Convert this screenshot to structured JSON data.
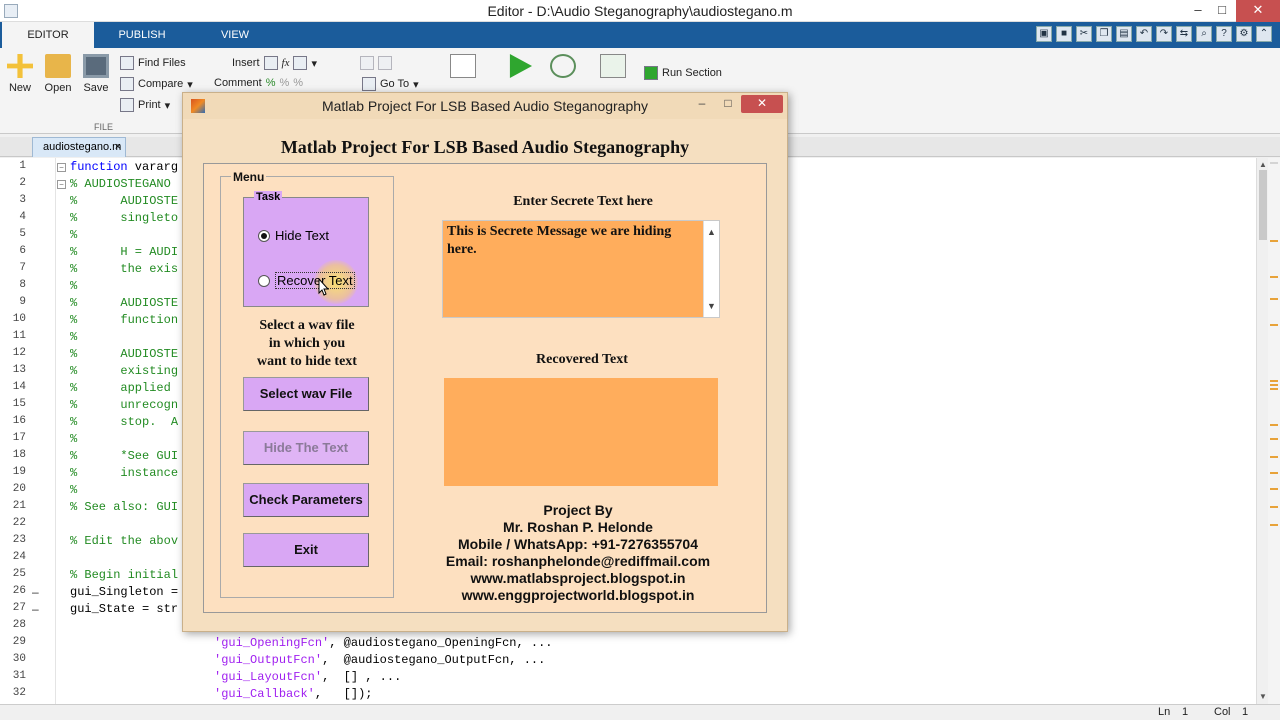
{
  "window": {
    "title": "Editor - D:\\Audio Steganography\\audiostegano.m",
    "minimize": "‒",
    "maximize": "□",
    "close": "✕"
  },
  "ribbon_tabs": [
    "EDITOR",
    "PUBLISH",
    "VIEW"
  ],
  "ribbon": {
    "new_label": "New",
    "open_label": "Open",
    "save_label": "Save",
    "find_files": "Find Files",
    "compare": "Compare",
    "print": "Print",
    "insert": "Insert",
    "fx": "fx",
    "comment": "Comment",
    "go_to": "Go To",
    "run_section": "Run Section",
    "file_section": "FILE"
  },
  "file_tab": {
    "name": "audiostegano.m",
    "close": "×"
  },
  "editor": {
    "lines": [
      {
        "n": "1",
        "text": "function vararg",
        "type": "kw"
      },
      {
        "n": "2",
        "text": "% AUDIOSTEGANO ",
        "type": "cmt"
      },
      {
        "n": "3",
        "text": "%      AUDIOSTE",
        "type": "cmt"
      },
      {
        "n": "4",
        "text": "%      singleto",
        "type": "cmt"
      },
      {
        "n": "5",
        "text": "%",
        "type": "cmt"
      },
      {
        "n": "6",
        "text": "%      H = AUDI",
        "type": "cmt"
      },
      {
        "n": "7",
        "text": "%      the exis",
        "type": "cmt"
      },
      {
        "n": "8",
        "text": "%",
        "type": "cmt"
      },
      {
        "n": "9",
        "text": "%      AUDIOSTE",
        "type": "cmt"
      },
      {
        "n": "10",
        "text": "%      function",
        "type": "cmt"
      },
      {
        "n": "11",
        "text": "%",
        "type": "cmt"
      },
      {
        "n": "12",
        "text": "%      AUDIOSTE",
        "type": "cmt"
      },
      {
        "n": "13",
        "text": "%      existing",
        "type": "cmt"
      },
      {
        "n": "14",
        "text": "%      applied ",
        "type": "cmt"
      },
      {
        "n": "15",
        "text": "%      unrecogn",
        "type": "cmt"
      },
      {
        "n": "16",
        "text": "%      stop.  A",
        "type": "cmt"
      },
      {
        "n": "17",
        "text": "%",
        "type": "cmt"
      },
      {
        "n": "18",
        "text": "%      *See GUI",
        "type": "cmt"
      },
      {
        "n": "19",
        "text": "%      instance",
        "type": "cmt"
      },
      {
        "n": "20",
        "text": "%",
        "type": "cmt"
      },
      {
        "n": "21",
        "text": "% See also: GUI",
        "type": "cmt"
      },
      {
        "n": "22",
        "text": "",
        "type": "plain"
      },
      {
        "n": "23",
        "text": "% Edit the abov",
        "type": "cmt"
      },
      {
        "n": "24",
        "text": "",
        "type": "plain"
      },
      {
        "n": "25",
        "text": "% Begin initial",
        "type": "cmt"
      },
      {
        "n": "26",
        "text": "gui_Singleton =",
        "type": "plain"
      },
      {
        "n": "27",
        "text": "gui_State = str",
        "type": "plain"
      },
      {
        "n": "28",
        "text": "",
        "type": "plain"
      },
      {
        "n": "29",
        "text": "                    'gui_OpeningFcn', @audiostegano_OpeningFcn, ...",
        "type": "mixed"
      },
      {
        "n": "30",
        "text": "                    'gui_OutputFcn',  @audiostegano_OutputFcn, ...",
        "type": "mixed"
      },
      {
        "n": "31",
        "text": "                    'gui_LayoutFcn',  [] , ...",
        "type": "mixed"
      },
      {
        "n": "32",
        "text": "                    'gui_Callback',   []);",
        "type": "mixed"
      }
    ]
  },
  "status": {
    "ln_label": "Ln",
    "ln": "1",
    "col_label": "Col",
    "col": "1"
  },
  "figure": {
    "window_title": "Matlab Project For LSB Based Audio Steganography",
    "heading": "Matlab Project For LSB Based Audio Steganography",
    "menu_label": "Menu",
    "task_label": "Task",
    "hide_text_option": "Hide Text",
    "recover_text_option": "Recover Text",
    "instruction_lines": [
      "Select a wav file",
      "in which you",
      "want to hide text"
    ],
    "select_wav_button": "Select wav File",
    "hide_the_text_button": "Hide The Text",
    "check_parameters_button": "Check Parameters",
    "exit_button": "Exit",
    "secret_label": "Enter Secrete Text here",
    "secret_text": "This is Secrete Message we are hiding here.",
    "recovered_label": "Recovered Text",
    "recovered_text": "",
    "credits": [
      "Project By",
      "Mr. Roshan P. Helonde",
      "Mobile / WhatsApp: +91-7276355704",
      "Email: roshanphelonde@rediffmail.com",
      "www.matlabsproject.blogspot.in",
      "www.enggprojectworld.blogspot.in"
    ],
    "selected_task": "Hide Text"
  },
  "colors": {
    "ribbon_blue": "#1b5c9b",
    "panel_peach": "#fde0c0",
    "button_purple": "#d9a7f4",
    "textbox_orange": "#ffad5c"
  }
}
